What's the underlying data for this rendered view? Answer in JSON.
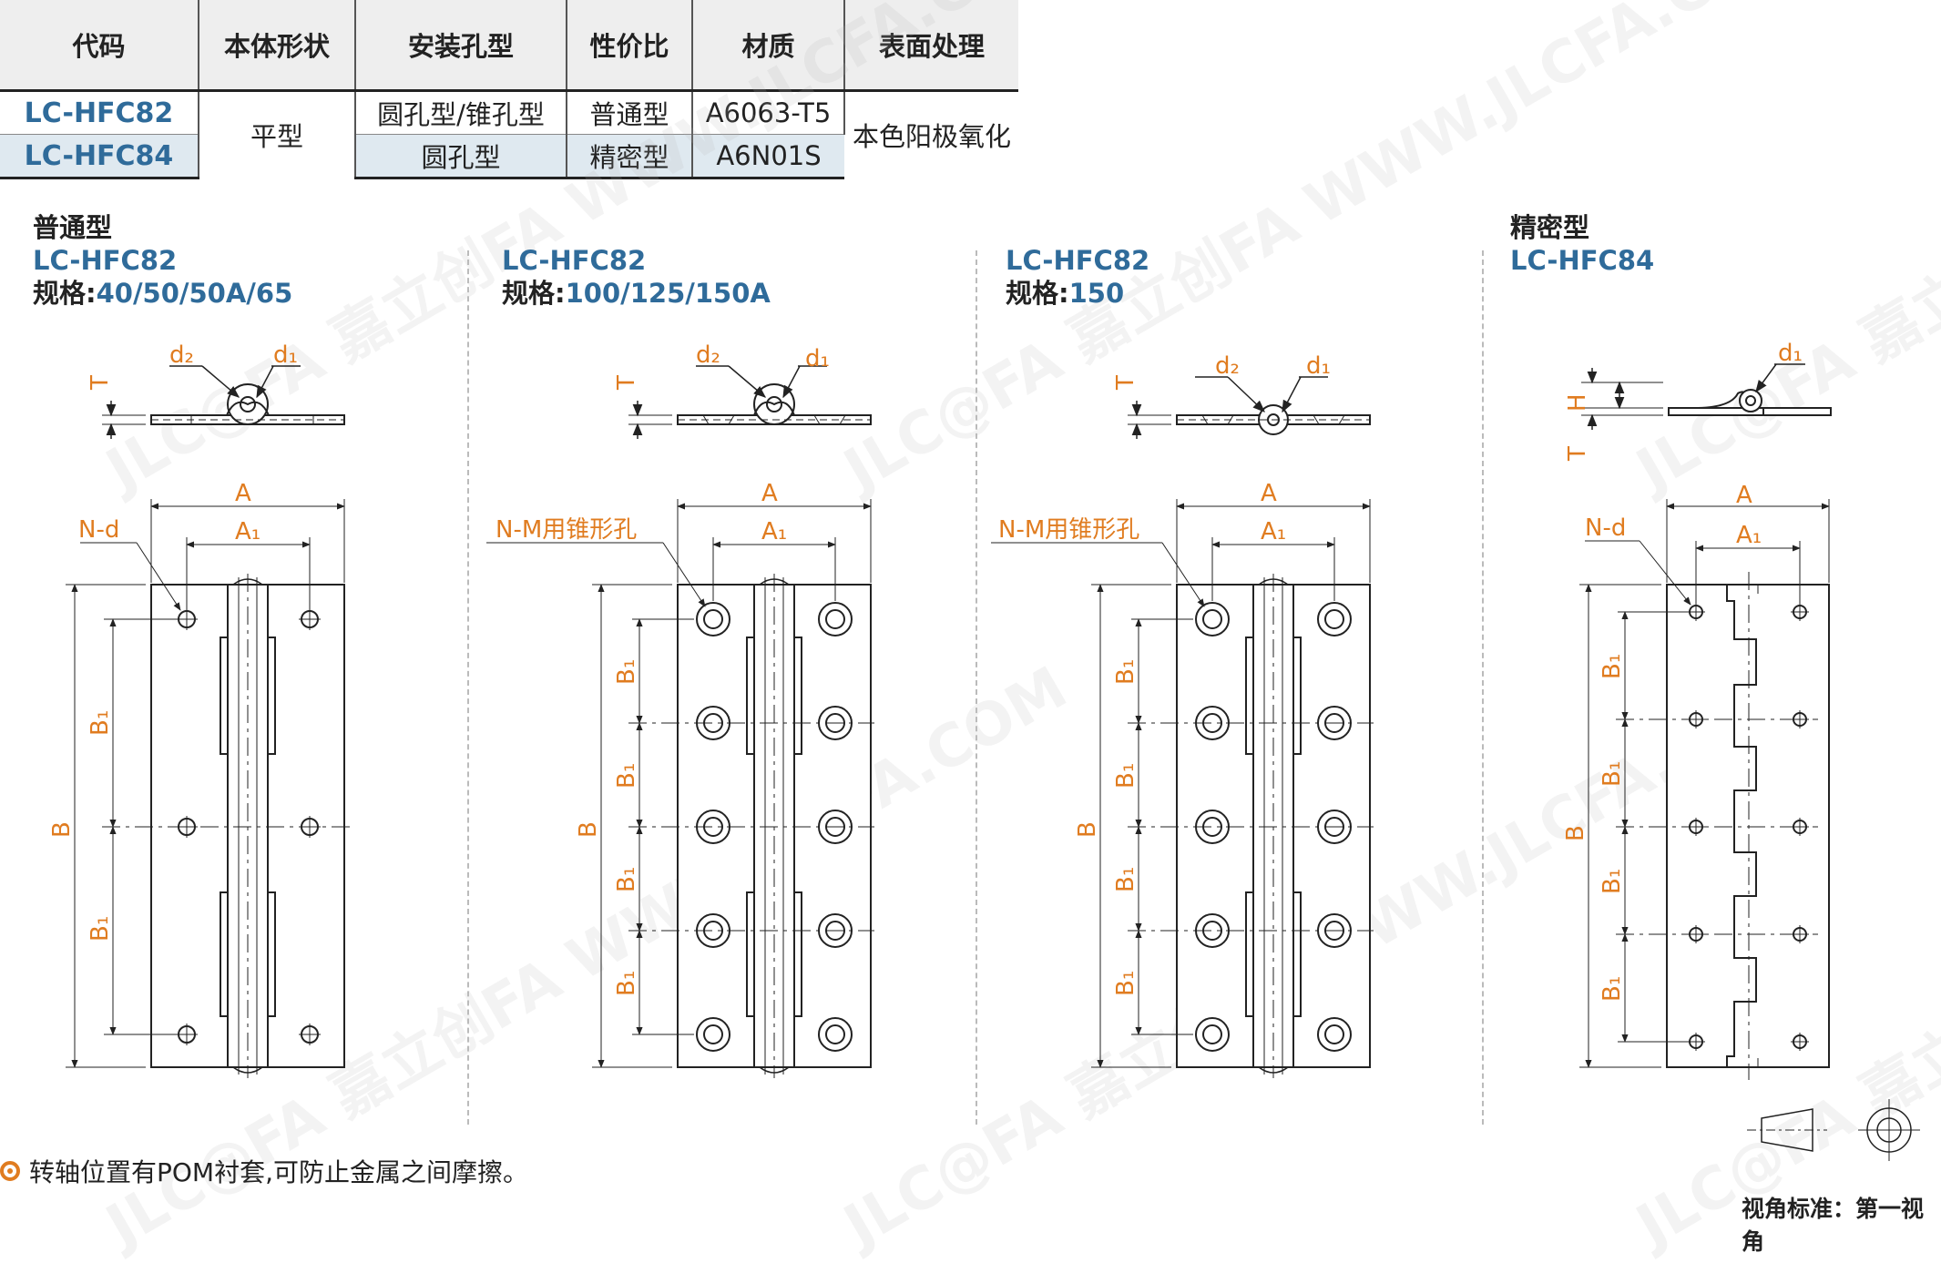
{
  "table": {
    "headers": [
      "代码",
      "本体形状",
      "安装孔型",
      "性价比",
      "材质",
      "表面处理"
    ],
    "rows": [
      {
        "code": "LC-HFC82",
        "hole": "圆孔型/锥孔型",
        "value": "普通型",
        "material": "A6063-T5"
      },
      {
        "code": "LC-HFC84",
        "hole": "圆孔型",
        "value": "精密型",
        "material": "A6N01S"
      }
    ],
    "shape": "平型",
    "surface": "本色阳极氧化"
  },
  "panels": [
    {
      "type": "普通型",
      "code": "LC-HFC82",
      "spec_label": "规格:",
      "spec": "40/50/50A/65",
      "hole_label": "N-d"
    },
    {
      "type": "",
      "code": "LC-HFC82",
      "spec_label": "规格:",
      "spec": "100/125/150A",
      "hole_label": "N-M用锥形孔"
    },
    {
      "type": "",
      "code": "LC-HFC82",
      "spec_label": "规格:",
      "spec": "150",
      "hole_label": "N-M用锥形孔"
    },
    {
      "type": "精密型",
      "code": "LC-HFC84",
      "spec_label": "",
      "spec": "",
      "hole_label": "N-d"
    }
  ],
  "dims": {
    "A": "A",
    "A1": "A₁",
    "B": "B",
    "B1": "B₁",
    "T": "T",
    "H": "H",
    "d1": "d₁",
    "d2": "d₂"
  },
  "note": "转轴位置有POM衬套,可防止金属之间摩擦。",
  "view_standard": "视角标准：第一视角",
  "watermark": "JLC@FA 嘉立创FA WWW.JLCFA.COM",
  "colors": {
    "accent": "#e07c20",
    "code": "#2f6b9a",
    "line": "#222222"
  }
}
